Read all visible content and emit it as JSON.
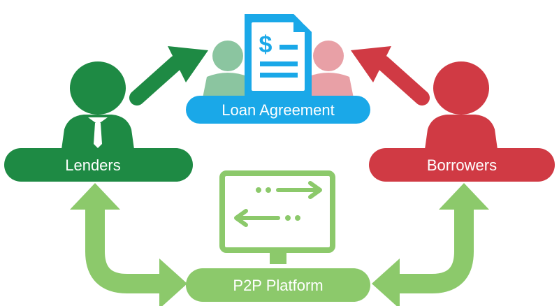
{
  "labels": {
    "lenders": "Lenders",
    "borrowers": "Borrowers",
    "agreement": "Loan Agreement",
    "platform": "P2P Platform",
    "currency_symbol": "$"
  },
  "colors": {
    "lenders_green": "#1e8a44",
    "borrowers_red": "#d03a44",
    "agreement_blue": "#1aa8e8",
    "platform_green": "#8cc96b",
    "faded_green": "#8bc5a0",
    "faded_red": "#e8a0a6"
  },
  "icons": {
    "lender": "person-with-tie-icon",
    "borrower": "person-icon",
    "document": "invoice-document-icon",
    "platform": "computer-monitor-icon"
  }
}
